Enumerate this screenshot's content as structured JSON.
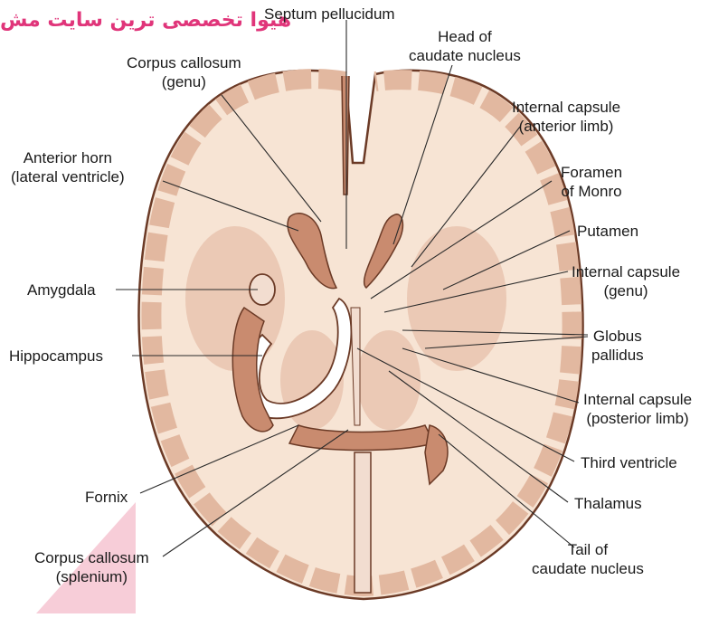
{
  "watermark": {
    "lead": "هیوا",
    "rest": " تخصصی ترین سایت مش"
  },
  "colors": {
    "tissue": "#f7e4d4",
    "outline": "#6b3a26",
    "dark": "#c98b6f",
    "mid": "#e2b8a0",
    "ventricle": "#f2ddd0",
    "accent": "#f4b8c8"
  },
  "labels": {
    "septum": "Septum pellucidum",
    "head_caudate": "Head of\ncaudate nucleus",
    "cc_genu": "Corpus callosum\n(genu)",
    "ic_anterior": "Internal capsule\n(anterior limb)",
    "anterior_horn": "Anterior horn\n(lateral ventricle)",
    "foramen": "Foramen\nof Monro",
    "putamen": "Putamen",
    "amygdala": "Amygdala",
    "ic_genu": "Internal capsule\n(genu)",
    "globus": "Globus\npallidus",
    "hippocampus": "Hippocampus",
    "ic_posterior": "Internal capsule\n(posterior limb)",
    "third_ventricle": "Third ventricle",
    "fornix": "Fornix",
    "thalamus": "Thalamus",
    "cc_splenium": "Corpus callosum\n(splenium)",
    "tail_caudate": "Tail of\ncaudate nucleus"
  }
}
